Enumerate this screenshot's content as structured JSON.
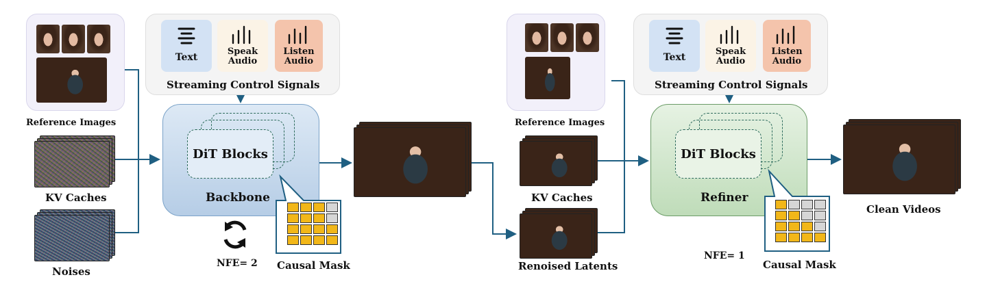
{
  "left": {
    "reference_label": "Reference Images",
    "kv_label": "KV Caches",
    "noise_label": "Noises",
    "signals": {
      "title": "Streaming Control Signals",
      "text": "Text",
      "speak": "Speak\nAudio",
      "listen": "Listen\nAudio"
    },
    "dit_label": "DiT Blocks",
    "module_label": "Backbone",
    "mask_label": "Causal Mask",
    "nfe_label": "NFE= 2"
  },
  "right": {
    "reference_label": "Reference Images",
    "kv_label": "KV Caches",
    "renoised_label": "Renoised Latents",
    "signals": {
      "title": "Streaming Control Signals",
      "text": "Text",
      "speak": "Speak\nAudio",
      "listen": "Listen\nAudio"
    },
    "dit_label": "DiT Blocks",
    "module_label": "Refiner",
    "mask_label": "Causal Mask",
    "nfe_label": "NFE= 1",
    "output_label": "Clean Videos"
  },
  "colors": {
    "arrow": "#1f5f82",
    "backbone": "#c9dcee",
    "refiner": "#d3e8d0",
    "mask_yellow": "#f2b719"
  },
  "masks": {
    "backbone": [
      [
        1,
        1,
        1,
        0
      ],
      [
        1,
        1,
        1,
        0
      ],
      [
        1,
        1,
        1,
        1
      ],
      [
        1,
        1,
        1,
        1
      ]
    ],
    "refiner": [
      [
        1,
        0,
        0,
        0
      ],
      [
        1,
        1,
        0,
        0
      ],
      [
        1,
        1,
        1,
        0
      ],
      [
        1,
        1,
        1,
        1
      ]
    ]
  }
}
